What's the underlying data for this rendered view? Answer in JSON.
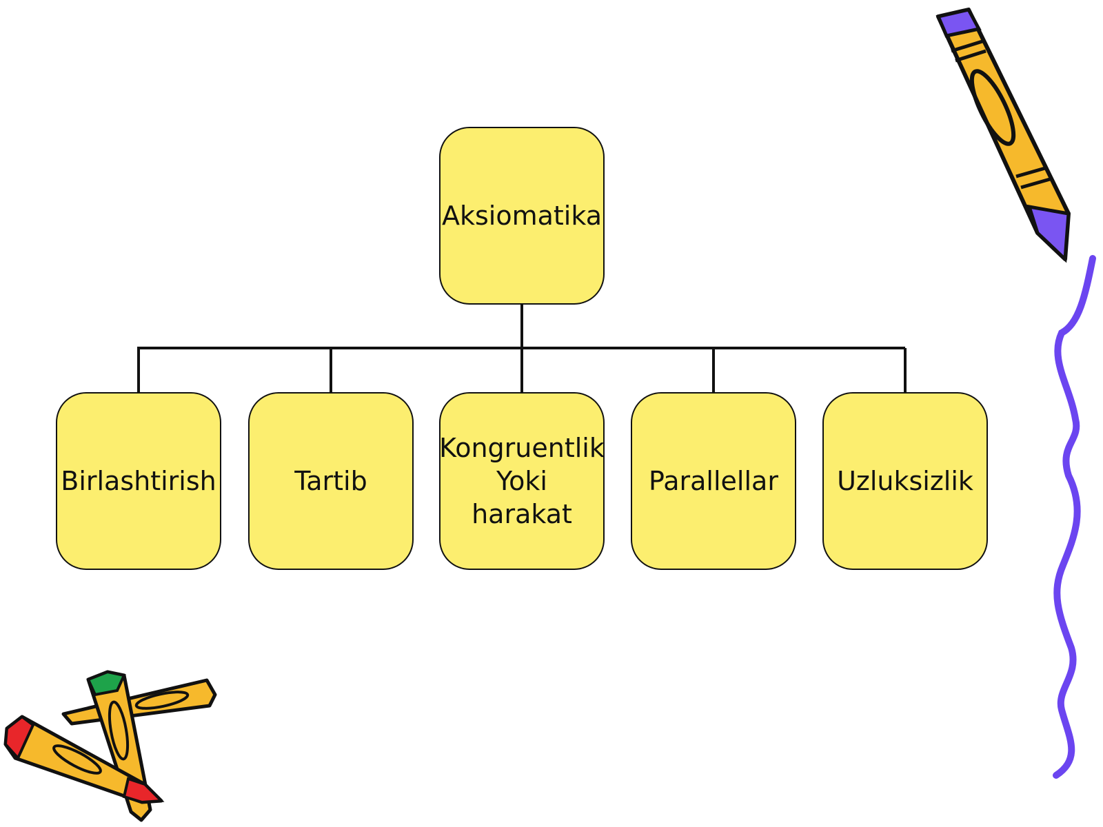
{
  "colors": {
    "node_fill": "#fcee6f",
    "node_border": "#111111",
    "connector": "#111111",
    "squiggle": "#6b45f0",
    "pencil_yellow": "#f6b92c",
    "pencil_purple": "#7a55f2",
    "pencil_red": "#e8262a",
    "pencil_green": "#1ea34a"
  },
  "diagram": {
    "root": {
      "label": "Aksiomatika"
    },
    "children": [
      {
        "label": "Birlashtirish"
      },
      {
        "label": "Tartib"
      },
      {
        "label": "Kongruentlik\nYoki\nharakat"
      },
      {
        "label": "Parallellar"
      },
      {
        "label": "Uzluksizlik"
      }
    ]
  },
  "icons": {
    "top_right": "pencil-icon",
    "bottom_left": "crossed-pencils-icon",
    "right_edge": "squiggle-line-icon"
  }
}
